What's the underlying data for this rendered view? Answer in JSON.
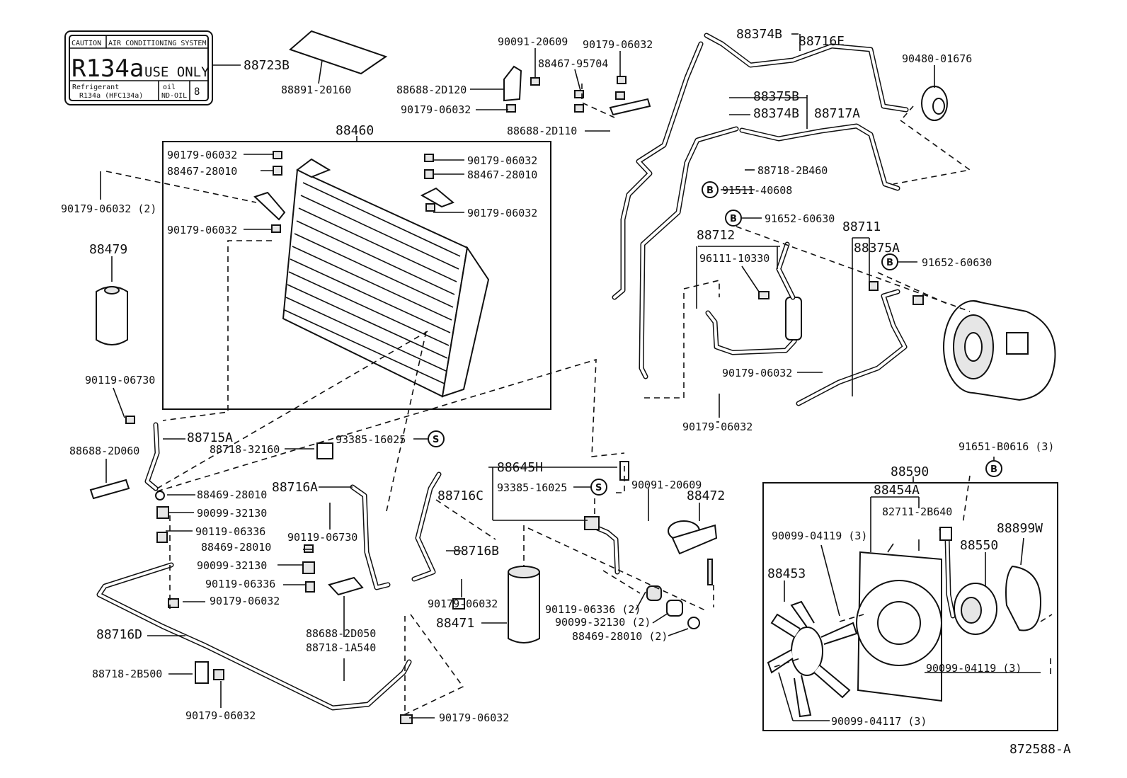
{
  "diagram_id": "872588-A",
  "sticker": {
    "caution": "CAUTION",
    "system": "AIR CONDITIONING SYSTEM",
    "refrigerant_big": "R134a",
    "use_only": "USE ONLY",
    "refrigerant_label": "Refrigerant",
    "refrigerant_type": "R134a (HFC134a)",
    "oil_label": "oil",
    "oil_type": "ND-OIL",
    "oil_num": "8"
  },
  "part_labels": [
    {
      "id": "88723B",
      "text": "88723B"
    },
    {
      "id": "88891-20160",
      "text": "88891-20160"
    },
    {
      "id": "90091-20609-a",
      "text": "90091-20609"
    },
    {
      "id": "90179-06032-top",
      "text": "90179-06032"
    },
    {
      "id": "88467-95704",
      "text": "88467-95704"
    },
    {
      "id": "88688-2D120",
      "text": "88688-2D120"
    },
    {
      "id": "90179-06032-b",
      "text": "90179-06032"
    },
    {
      "id": "88688-2D110",
      "text": "88688-2D110"
    },
    {
      "id": "88374B-top",
      "text": "88374B"
    },
    {
      "id": "88716E",
      "text": "88716E"
    },
    {
      "id": "90480-01676",
      "text": "90480-01676"
    },
    {
      "id": "88375B",
      "text": "88375B"
    },
    {
      "id": "88374B-mid",
      "text": "88374B"
    },
    {
      "id": "88717A",
      "text": "88717A"
    },
    {
      "id": "88718-2B460",
      "text": "88718-2B460"
    },
    {
      "id": "91511-40608",
      "text": "91511-40608"
    },
    {
      "id": "88460",
      "text": "88460"
    },
    {
      "id": "90179-06032-c1",
      "text": "90179-06032"
    },
    {
      "id": "88467-28010-c1",
      "text": "88467-28010"
    },
    {
      "id": "90179-06032-c2",
      "text": "90179-06032"
    },
    {
      "id": "88467-28010-c2",
      "text": "88467-28010"
    },
    {
      "id": "90179-06032-c3",
      "text": "90179-06032"
    },
    {
      "id": "90179-06032-c4",
      "text": "90179-06032"
    },
    {
      "id": "90179-06032-2",
      "text": "90179-06032 (2)"
    },
    {
      "id": "88479",
      "text": "88479"
    },
    {
      "id": "91652-60630-a",
      "text": "91652-60630"
    },
    {
      "id": "88712",
      "text": "88712"
    },
    {
      "id": "88711",
      "text": "88711"
    },
    {
      "id": "96111-10330",
      "text": "96111-10330"
    },
    {
      "id": "88375A",
      "text": "88375A"
    },
    {
      "id": "91652-60630-b",
      "text": "91652-60630"
    },
    {
      "id": "90179-06032-d",
      "text": "90179-06032"
    },
    {
      "id": "90179-06032-e",
      "text": "90179-06032"
    },
    {
      "id": "90119-06730-a",
      "text": "90119-06730"
    },
    {
      "id": "88715A",
      "text": "88715A"
    },
    {
      "id": "88718-32160",
      "text": "88718-32160"
    },
    {
      "id": "93385-16025-a",
      "text": "93385-16025"
    },
    {
      "id": "88688-2D060",
      "text": "88688-2D060"
    },
    {
      "id": "88469-28010-a",
      "text": "88469-28010"
    },
    {
      "id": "88716A",
      "text": "88716A"
    },
    {
      "id": "88716C",
      "text": "88716C"
    },
    {
      "id": "88645H",
      "text": "88645H"
    },
    {
      "id": "93385-16025-b",
      "text": "93385-16025"
    },
    {
      "id": "90091-20609-b",
      "text": "90091-20609"
    },
    {
      "id": "88472",
      "text": "88472"
    },
    {
      "id": "91651-B0616",
      "text": "91651-B0616 (3)"
    },
    {
      "id": "88590",
      "text": "88590"
    },
    {
      "id": "88454A",
      "text": "88454A"
    },
    {
      "id": "82711-2B640",
      "text": "82711-2B640"
    },
    {
      "id": "90099-32130-a",
      "text": "90099-32130"
    },
    {
      "id": "90119-06336-a",
      "text": "90119-06336"
    },
    {
      "id": "88469-28010-b",
      "text": "88469-28010"
    },
    {
      "id": "90119-06730-b",
      "text": "90119-06730"
    },
    {
      "id": "90099-32130-b",
      "text": "90099-32130"
    },
    {
      "id": "90119-06336-b",
      "text": "90119-06336"
    },
    {
      "id": "90179-06032-f",
      "text": "90179-06032"
    },
    {
      "id": "88716B",
      "text": "88716B"
    },
    {
      "id": "90179-06032-g",
      "text": "90179-06032"
    },
    {
      "id": "88471",
      "text": "88471"
    },
    {
      "id": "90119-06336-2",
      "text": "90119-06336 (2)"
    },
    {
      "id": "90099-32130-2",
      "text": "90099-32130 (2)"
    },
    {
      "id": "88469-28010-2",
      "text": "88469-28010 (2)"
    },
    {
      "id": "88688-2D050",
      "text": "88688-2D050"
    },
    {
      "id": "88718-1A540",
      "text": "88718-1A540"
    },
    {
      "id": "88716D",
      "text": "88716D"
    },
    {
      "id": "88718-2B500",
      "text": "88718-2B500"
    },
    {
      "id": "90179-06032-h",
      "text": "90179-06032"
    },
    {
      "id": "90179-06032-i",
      "text": "90179-06032"
    },
    {
      "id": "90099-04119-a",
      "text": "90099-04119 (3)"
    },
    {
      "id": "88550",
      "text": "88550"
    },
    {
      "id": "88899W",
      "text": "88899W"
    },
    {
      "id": "88453",
      "text": "88453"
    },
    {
      "id": "90099-04119-b",
      "text": "90099-04119 (3)"
    },
    {
      "id": "90099-04117",
      "text": "90099-04117 (3)"
    }
  ],
  "callout_symbols": {
    "b": "B",
    "s": "S"
  }
}
